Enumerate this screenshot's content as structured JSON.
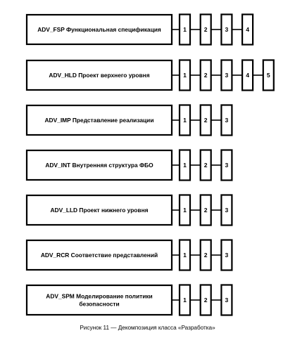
{
  "families": [
    {
      "lines": [
        "ADV_FSP Функциональная спецификация"
      ],
      "components": [
        "1",
        "2",
        "3",
        "4"
      ]
    },
    {
      "lines": [
        "ADV_HLD Проект верхнего уровня"
      ],
      "components": [
        "1",
        "2",
        "3",
        "4",
        "5"
      ]
    },
    {
      "lines": [
        "ADV_IMP Представление реализации"
      ],
      "components": [
        "1",
        "2",
        "3"
      ]
    },
    {
      "lines": [
        "ADV_INT Внутренняя структура ФБО"
      ],
      "components": [
        "1",
        "2",
        "3"
      ]
    },
    {
      "lines": [
        "ADV_LLD Проект нижнего уровня"
      ],
      "components": [
        "1",
        "2",
        "3"
      ]
    },
    {
      "lines": [
        "ADV_RCR Соответствие представлений"
      ],
      "components": [
        "1",
        "2",
        "3"
      ]
    },
    {
      "lines": [
        "ADV_SPM Моделирование политики",
        "безопасности"
      ],
      "components": [
        "1",
        "2",
        "3"
      ]
    }
  ],
  "caption": "Рисунок 11 — Декомпозиция класса «Разработка»"
}
